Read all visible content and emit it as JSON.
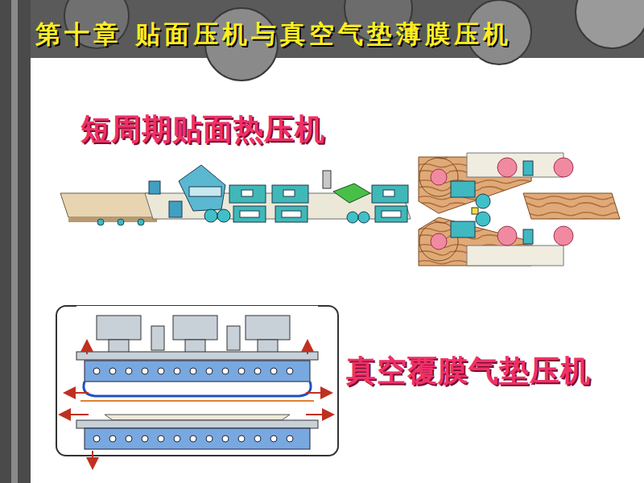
{
  "diagram": {
    "title": "第十章 贴面压机与真空气垫薄膜压机",
    "labels": [
      "短周期贴面热压机",
      "真空覆膜气垫压机"
    ]
  }
}
